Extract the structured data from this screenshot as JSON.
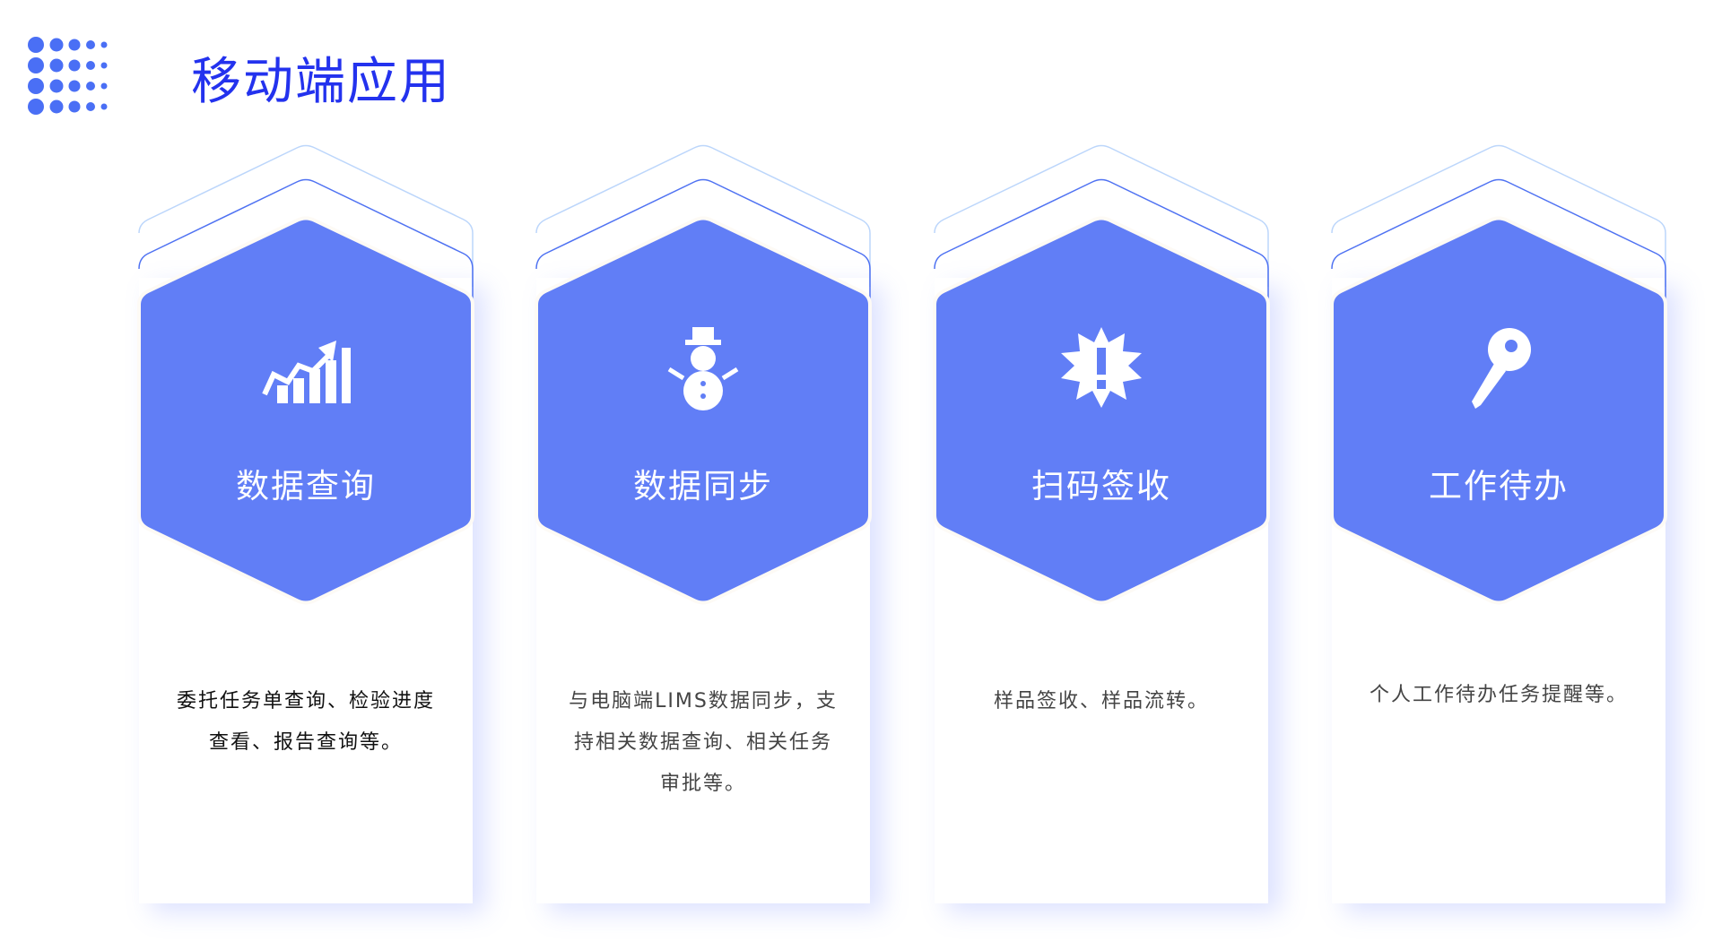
{
  "header": {
    "title": "移动端应用",
    "logo_icon": "dot-grid-icon"
  },
  "colors": {
    "accent": "#2332ee",
    "hex_fill": "#617ef6",
    "dots": "#4a6ff5"
  },
  "cards": [
    {
      "label": "数据查询",
      "icon": "chart-growth-icon",
      "description": "委托任务单查询、检验进度查看、报告查询等。"
    },
    {
      "label": "数据同步",
      "icon": "snowman-icon",
      "description": "与电脑端LIMS数据同步，支持相关数据查询、相关任务审批等。"
    },
    {
      "label": "扫码签收",
      "icon": "alert-badge-icon",
      "description": "样品签收、样品流转。"
    },
    {
      "label": "工作待办",
      "icon": "key-icon",
      "description": "个人工作待办任务提醒等。"
    }
  ]
}
